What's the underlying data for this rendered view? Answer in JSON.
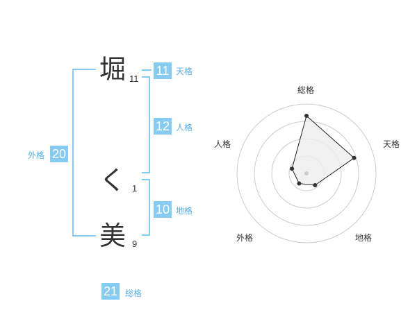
{
  "name": {
    "characters": [
      {
        "char": "堀",
        "strokes": "11"
      },
      {
        "char": "く",
        "strokes": "1"
      },
      {
        "char": "美",
        "strokes": "9"
      }
    ]
  },
  "kakusu": {
    "tenkaku": {
      "value": "11",
      "label": "天格"
    },
    "jinkaku": {
      "value": "12",
      "label": "人格"
    },
    "chikaku": {
      "value": "10",
      "label": "地格"
    },
    "gaikaku": {
      "value": "20",
      "label": "外格"
    },
    "soukaku": {
      "value": "21",
      "label": "総格"
    }
  },
  "chart_data": {
    "type": "radar",
    "axes": [
      "総格",
      "天格",
      "地格",
      "外格",
      "人格"
    ],
    "values": [
      0.83,
      0.72,
      0.21,
      0.18,
      0.22
    ],
    "rings": 4,
    "colors": {
      "fill": "#eeeeee",
      "line": "#222222",
      "ring": "#cccccc",
      "point": "#333333",
      "center": "#cccccc"
    }
  },
  "colors": {
    "accent": "#86cbf2",
    "label": "#55aee6",
    "text": "#333333"
  }
}
